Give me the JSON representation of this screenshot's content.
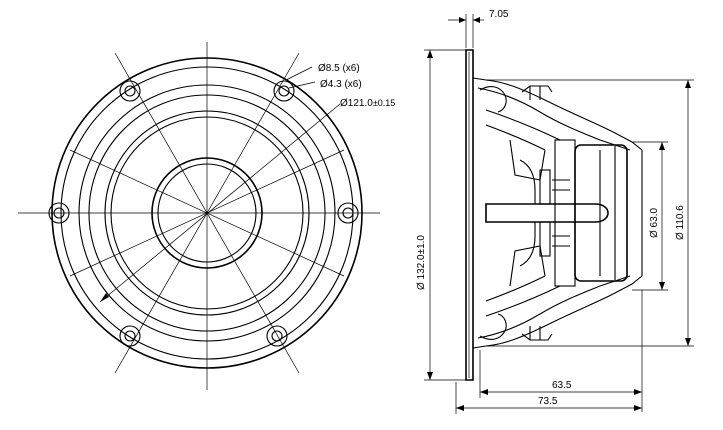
{
  "front_view": {
    "hole_large_label": "Ø8.5 (x6)",
    "hole_small_label": "Ø4.3 (x6)",
    "pcd_label": "Ø121.0",
    "pcd_tolerance": "±0.15"
  },
  "side_view": {
    "flange_thickness": "7.05",
    "outer_diameter": "Ø 132.0±1.0",
    "magnet_diameter": "Ø 63.0",
    "frame_diameter": "Ø 110.6",
    "depth_inner": "63.5",
    "depth_total": "73.5"
  }
}
